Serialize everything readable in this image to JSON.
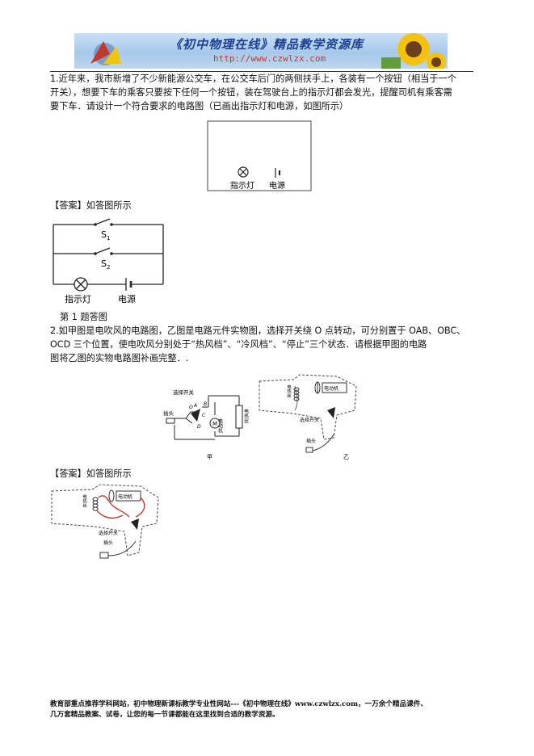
{
  "banner": {
    "title": "《初中物理在线》精品教学资源库",
    "url": "http://www.czwlzx.com"
  },
  "q1": {
    "line1": "1.近年来，我市新增了不少新能源公交车，在公交车后门的两侧扶手上，各装有一个按钮（相当于一个",
    "line2": "开关），想要下车的乘客只要按下任何一个按钮，装在驾驶台上的指示灯都会发光，提醒司机有乘客需",
    "line3": "要下车．请设计一个符合要求的电路图（已画出指示灯和电源，如图所示）",
    "fig_lamp_label": "指示灯",
    "fig_source_label": "电源"
  },
  "a1": {
    "answer": "【答案】如答图所示",
    "s1": "S",
    "s1_sub": "1",
    "s2": "S",
    "s2_sub": "2",
    "lamp_label": "指示灯",
    "source_label": "电源",
    "caption": "第 1 题答图"
  },
  "q2": {
    "line1": "2.如甲图是电吹风的电路图，乙图是电路元件实物图，选择开关绕 O 点转动，可分别置于 OAB、OBC、",
    "line2": "OCD 三个位置，使电吹风分别处于“热风档”、“冷风档”、“停止”三个状态．请根据甲图的电路",
    "line3": "图将乙图的实物电路图补画完整．.",
    "fig_jia": {
      "switch_label": "选择开关",
      "plug_label": "插头",
      "motor_label": "电动机",
      "heater_label": "电热丝",
      "caption": "甲",
      "letters": [
        "A",
        "B",
        "C",
        "D",
        "O"
      ]
    },
    "fig_yi": {
      "heater_label": "电热丝",
      "motor_label": "电动机",
      "switch_label": "选择开关",
      "plug_label": "插头",
      "caption": "乙"
    }
  },
  "a2": {
    "answer": "【答案】如答图所示",
    "heater_label": "电热丝",
    "motor_label": "电动机",
    "switch_label": "选择开关",
    "plug_label": "插头"
  },
  "footer": {
    "line1": "教育部重点推荐学科网站，初中物理新课标教学专业性网站---《初中物理在线》www.czwlzx.com，一万余个精品课件、",
    "line2": "几万套精品教案、试卷，让您的每一节课都能在这里找到合适的教学资源。"
  }
}
